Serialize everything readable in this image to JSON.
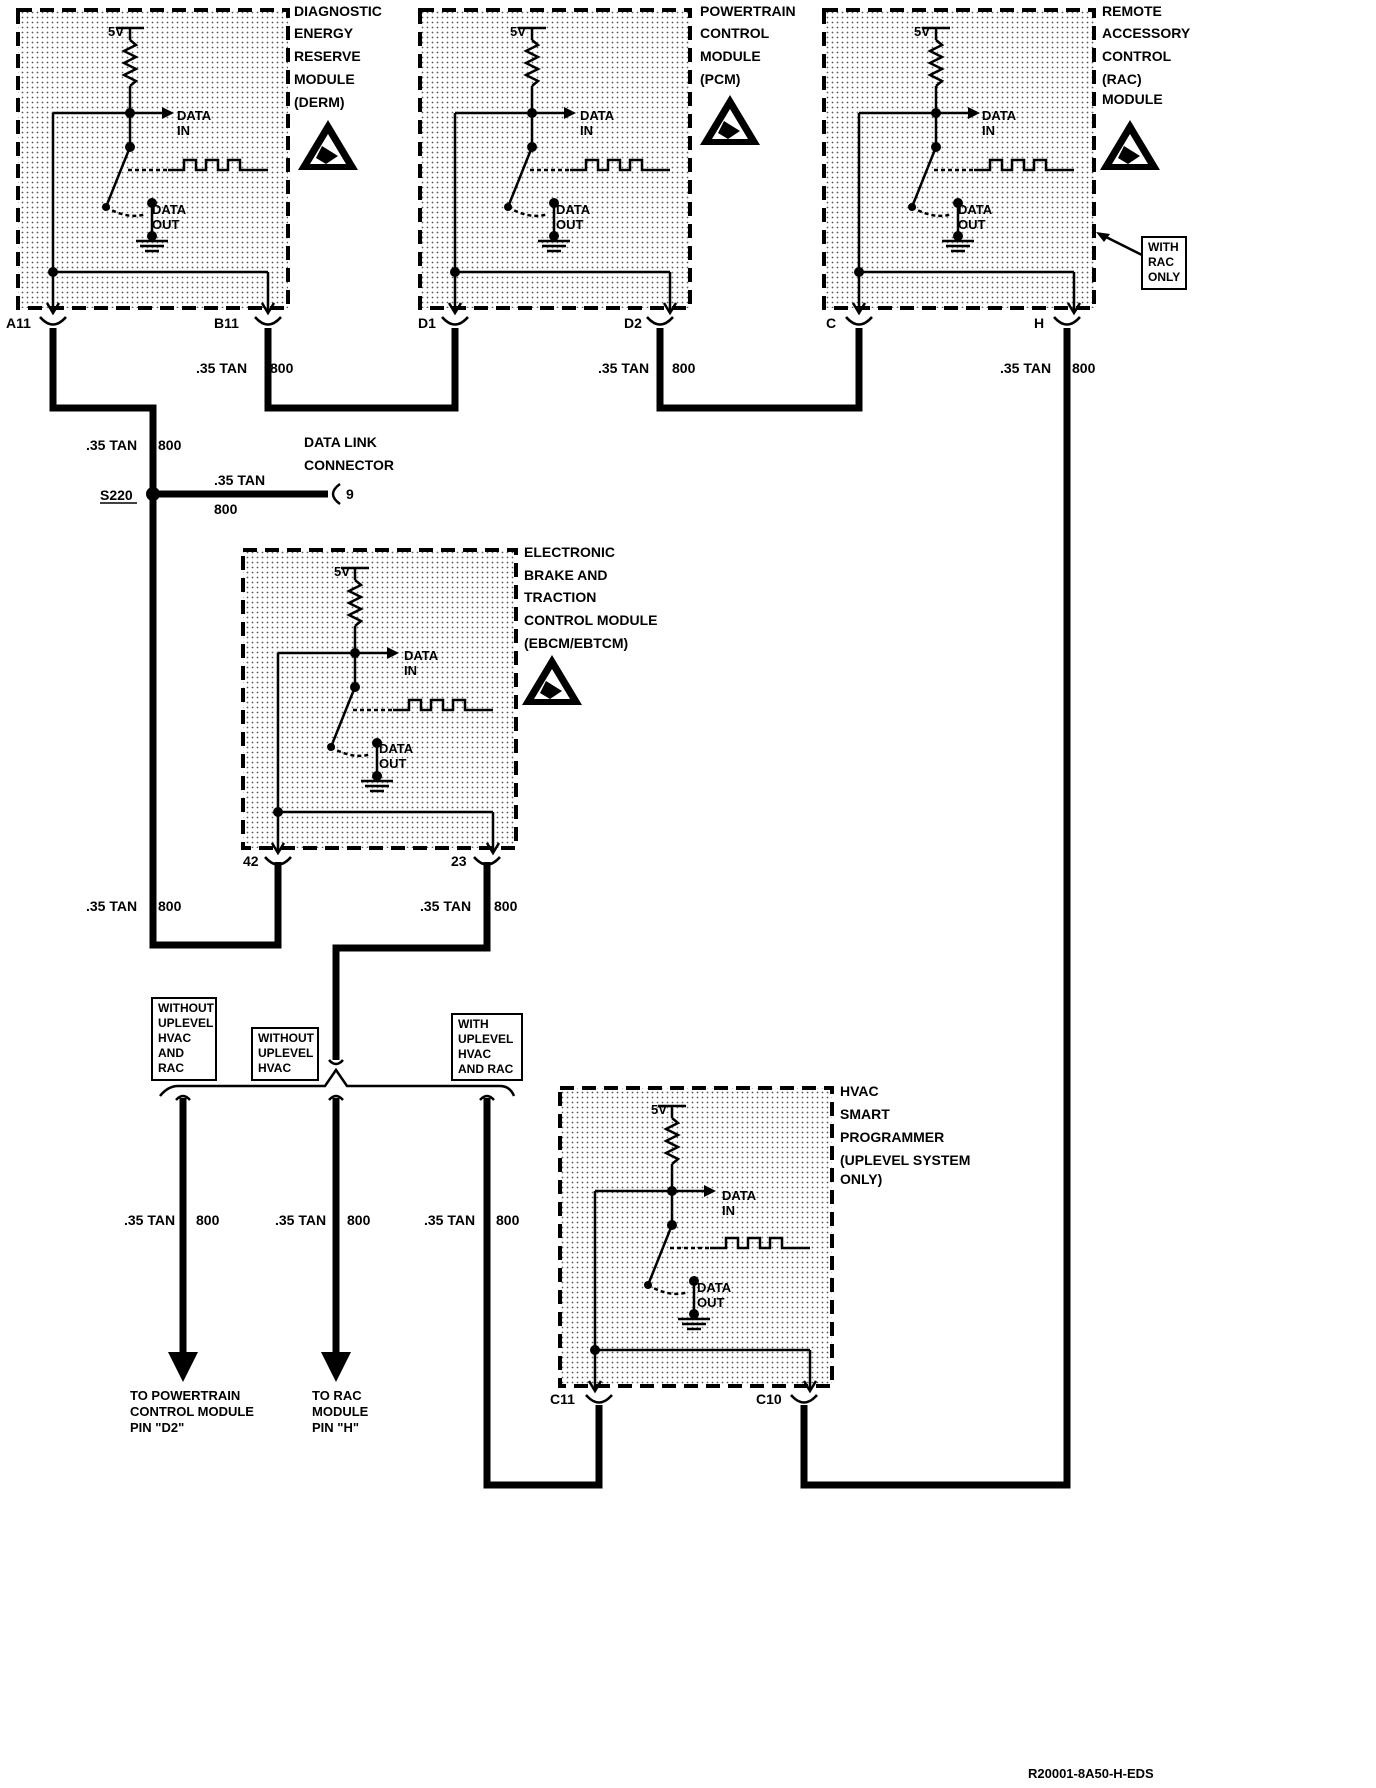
{
  "modules": {
    "derm": {
      "name_lines": [
        "DIAGNOSTIC",
        "ENERGY",
        "RESERVE",
        "MODULE",
        "(DERM)"
      ],
      "pin_left": "A11",
      "pin_right": "B11"
    },
    "pcm": {
      "name_lines": [
        "POWERTRAIN",
        "CONTROL",
        "MODULE",
        "(PCM)"
      ],
      "pin_left": "D1",
      "pin_right": "D2"
    },
    "rac": {
      "name_lines": [
        "REMOTE",
        "ACCESSORY",
        "CONTROL",
        "(RAC)",
        "MODULE"
      ],
      "pin_left": "C",
      "pin_right": "H",
      "note_lines": [
        "WITH",
        "RAC",
        "ONLY"
      ]
    },
    "ebcm": {
      "name_lines": [
        "ELECTRONIC",
        "BRAKE AND",
        "TRACTION",
        "CONTROL MODULE",
        "(EBCM/EBTCM)"
      ],
      "pin_left": "42",
      "pin_right": "23"
    },
    "hvac": {
      "name_lines": [
        "HVAC",
        "SMART",
        "PROGRAMMER",
        "(UPLEVEL SYSTEM",
        "ONLY)"
      ],
      "pin_left": "C11",
      "pin_right": "C10"
    }
  },
  "internal": {
    "supply": "5V",
    "data_in_lines": [
      "DATA",
      "IN"
    ],
    "data_out_lines": [
      "DATA",
      "OUT"
    ]
  },
  "wire": {
    "gauge_color": ".35 TAN",
    "circuit": "800"
  },
  "splice": {
    "label": "S220"
  },
  "dlc": {
    "name_lines": [
      "DATA LINK",
      "CONNECTOR"
    ],
    "pin": "9"
  },
  "options": {
    "without_uplevel_hvac_rac": [
      "WITHOUT",
      "UPLEVEL",
      "HVAC",
      "AND",
      "RAC"
    ],
    "without_uplevel_hvac": [
      "WITHOUT",
      "UPLEVEL",
      "HVAC"
    ],
    "with_uplevel_hvac_rac": [
      "WITH",
      "UPLEVEL",
      "HVAC",
      "AND RAC"
    ]
  },
  "destinations": {
    "to_pcm": [
      "TO POWERTRAIN",
      "CONTROL MODULE",
      "PIN \"D2\""
    ],
    "to_rac": [
      "TO RAC",
      "MODULE",
      "PIN \"H\""
    ]
  },
  "drawing_id": "R20001-8A50-H-EDS"
}
